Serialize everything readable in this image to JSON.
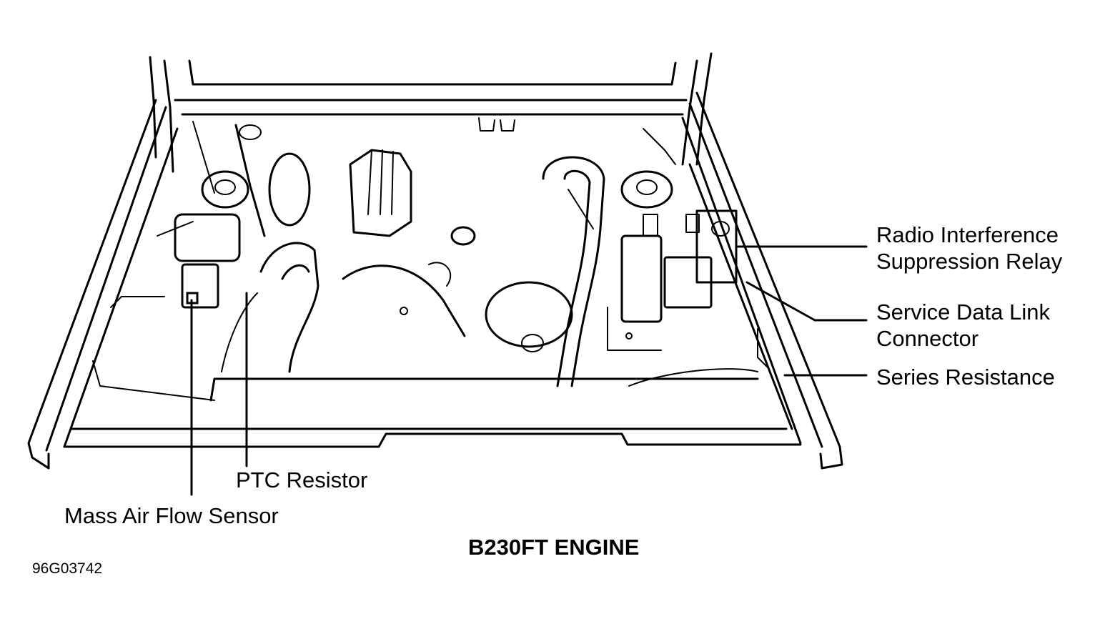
{
  "callouts": {
    "radio_relay": "Radio Interference\nSuppression Relay",
    "service_link": "Service Data Link\nConnector",
    "series_resistance": "Series Resistance",
    "ptc_resistor": "PTC Resistor",
    "maf_sensor": "Mass Air Flow Sensor"
  },
  "title": "B230FT ENGINE",
  "figure_code": "96G03742"
}
